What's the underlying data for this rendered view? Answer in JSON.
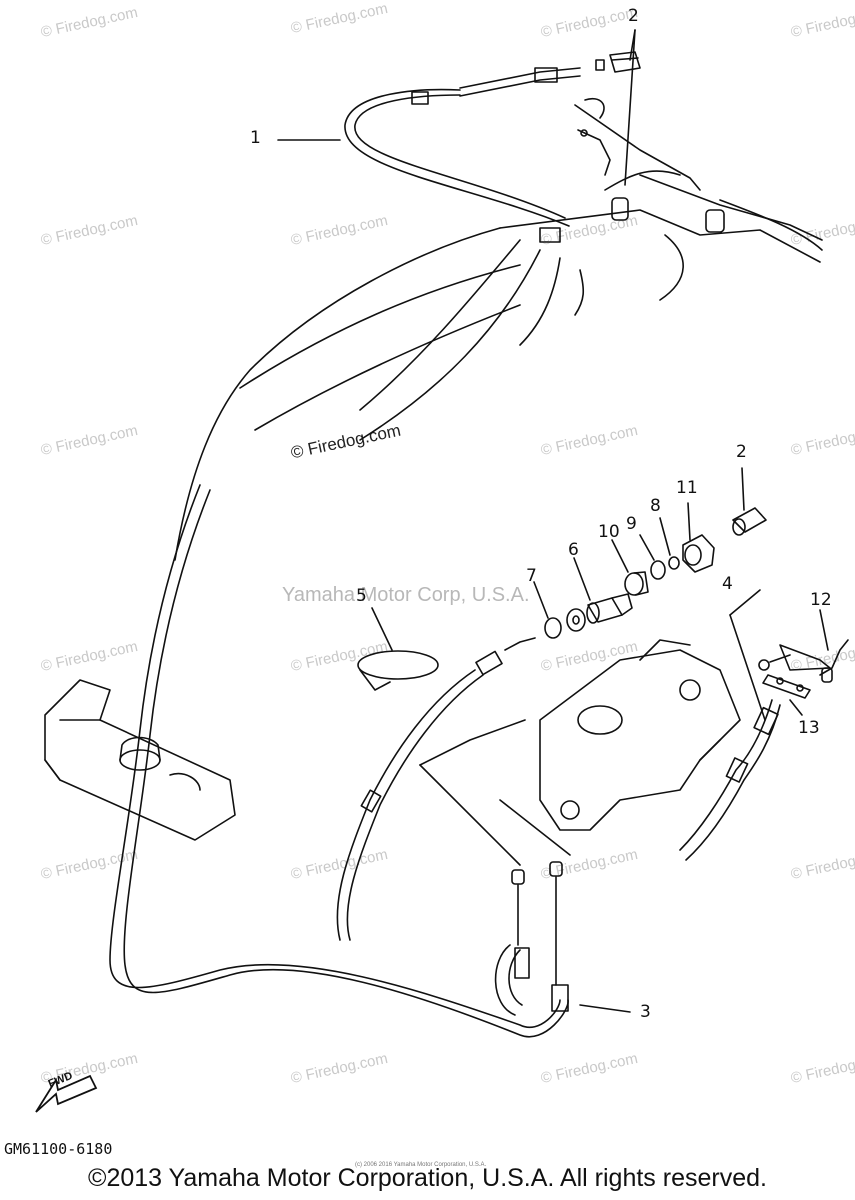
{
  "watermark": {
    "text": "© Firedog.com"
  },
  "corp_watermark": "Yamaha Motor Corp, U.S.A.",
  "part_numbers": [
    "1",
    "2",
    "2",
    "3",
    "4",
    "5",
    "6",
    "7",
    "8",
    "9",
    "10",
    "11",
    "12",
    "13"
  ],
  "fwd_label": "FWD",
  "diagram_code": "GM61100-6180",
  "small_copyright": "(c) 2006 2016 Yamaha Motor Corporation, U.S.A.",
  "copyright": "©2013 Yamaha Motor Corporation, U.S.A. All rights reserved."
}
